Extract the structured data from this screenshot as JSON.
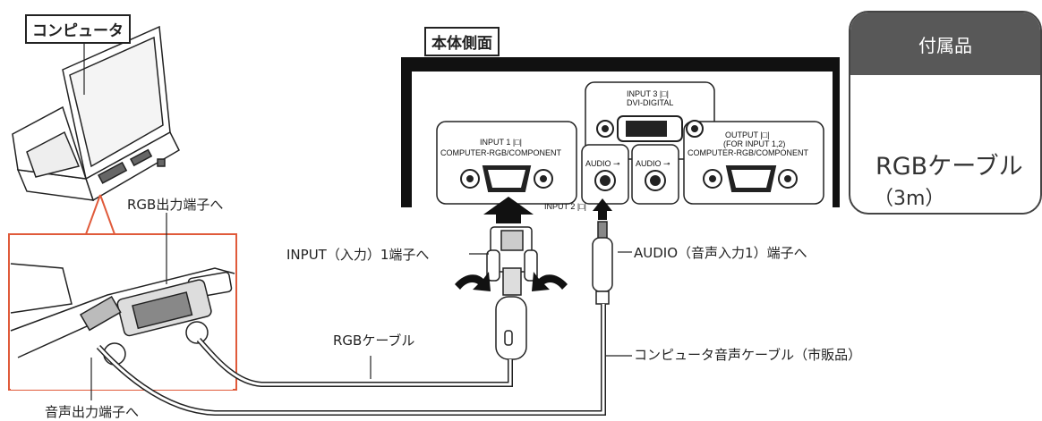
{
  "labels": {
    "computer": "コンピュータ",
    "side": "本体側面",
    "rgb_out": "RGB出力端子へ",
    "input1": "INPUT（入力）1端子へ",
    "audio_in": "AUDIO（音声入力1）端子へ",
    "rgb_cable": "RGBケーブル",
    "pc_audio_cable": "コンピュータ音声ケーブル（市販品）",
    "audio_out": "音声出力端子へ"
  },
  "accessory": {
    "title": "付属品",
    "cable": "RGBケーブル",
    "length": "（3m）"
  },
  "panel": {
    "input3": "INPUT 3 |□|",
    "dvi": "DVI-DIGITAL",
    "input1": "INPUT 1 |□|",
    "input1_sub": "COMPUTER-RGB/COMPONENT",
    "audio1": "AUDIO ⊸",
    "audio2": "AUDIO ⊸",
    "output": "OUTPUT |□|",
    "output_for": "(FOR INPUT 1,2)",
    "output_sub": "COMPUTER-RGB/COMPONENT",
    "input2_partial": "INPUT 2 |□|"
  },
  "colors": {
    "highlight": "#e05a3a",
    "ink": "#222222",
    "panel_bg": "#111111"
  }
}
